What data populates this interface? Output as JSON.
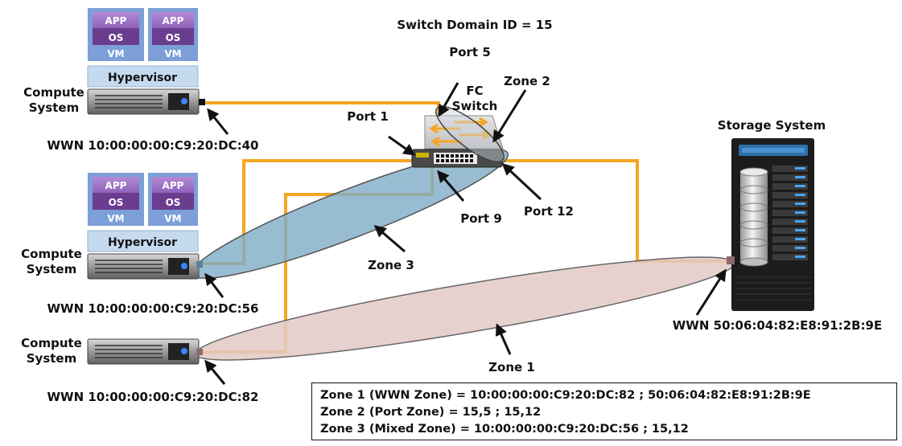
{
  "title": "Switch Domain ID = 15",
  "switch": {
    "label_line1": "FC",
    "label_line2": "Switch"
  },
  "ports": {
    "port1": "Port 1",
    "port5": "Port 5",
    "port9": "Port 9",
    "port12": "Port 12"
  },
  "zones": {
    "zone1": "Zone 1",
    "zone2": "Zone 2",
    "zone3": "Zone 3"
  },
  "hosts": [
    {
      "label_line1": "Compute",
      "label_line2": "System",
      "wwn": "WWN 10:00:00:00:C9:20:DC:40",
      "vm": {
        "app": "APP",
        "os": "OS",
        "vm": "VM"
      },
      "hypervisor": "Hypervisor"
    },
    {
      "label_line1": "Compute",
      "label_line2": "System",
      "wwn": "WWN 10:00:00:00:C9:20:DC:56",
      "vm": {
        "app": "APP",
        "os": "OS",
        "vm": "VM"
      },
      "hypervisor": "Hypervisor"
    },
    {
      "label_line1": "Compute",
      "label_line2": "System",
      "wwn": "WWN 10:00:00:00:C9:20:DC:82"
    }
  ],
  "storage": {
    "label": "Storage System",
    "wwn": "WWN 50:06:04:82:E8:91:2B:9E"
  },
  "legend": [
    "Zone 1 (WWN Zone) = 10:00:00:00:C9:20:DC:82 ;  50:06:04:82:E8:91:2B:9E",
    "Zone 2 (Port Zone) = 15,5 ; 15,12",
    "Zone 3 (Mixed Zone) = 10:00:00:00:C9:20:DC:56 ; 15,12"
  ],
  "colors": {
    "cable": "#f5a623",
    "zone1_fill": "#e3c9c6",
    "zone3_fill": "#7eacc8",
    "app": "#9a6fc0",
    "os": "#6a3d8f",
    "hypervisor": "#c5d9ef"
  }
}
